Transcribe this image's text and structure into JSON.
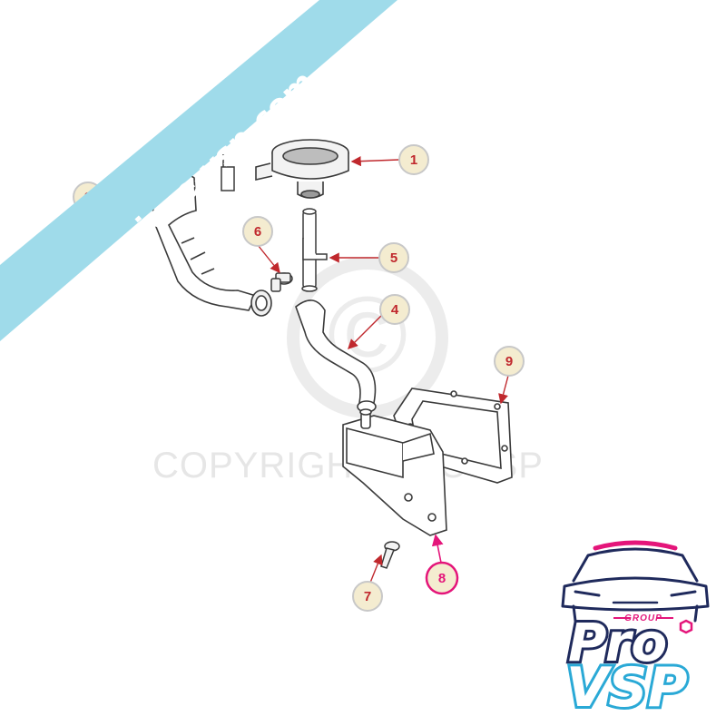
{
  "watermark": {
    "banner_text": "pro-piece-vsp.com",
    "copyright_text": "COPYRIGHT PROVSP",
    "copyright_symbol": "©"
  },
  "logo": {
    "group_label": "GROUP",
    "brand_top": "Pro",
    "brand_bottom": "VSP"
  },
  "callouts": [
    {
      "id": "1",
      "label": "1",
      "color": "#c0282d"
    },
    {
      "id": "3",
      "label": "3",
      "color": "#c0282d"
    },
    {
      "id": "4",
      "label": "4",
      "color": "#c0282d"
    },
    {
      "id": "5",
      "label": "5",
      "color": "#c0282d"
    },
    {
      "id": "6",
      "label": "6",
      "color": "#c0282d"
    },
    {
      "id": "7",
      "label": "7",
      "color": "#c0282d"
    },
    {
      "id": "8",
      "label": "8",
      "color": "#e4157a"
    },
    {
      "id": "9",
      "label": "9",
      "color": "#c0282d"
    }
  ],
  "colors": {
    "banner": "#9fdbea",
    "callout_fill": "#f4ecd0",
    "line_art": "#3a3a3a",
    "logo_pink": "#e4157a",
    "logo_navy": "#1f2a5c",
    "logo_blue": "#2aa9d6"
  }
}
